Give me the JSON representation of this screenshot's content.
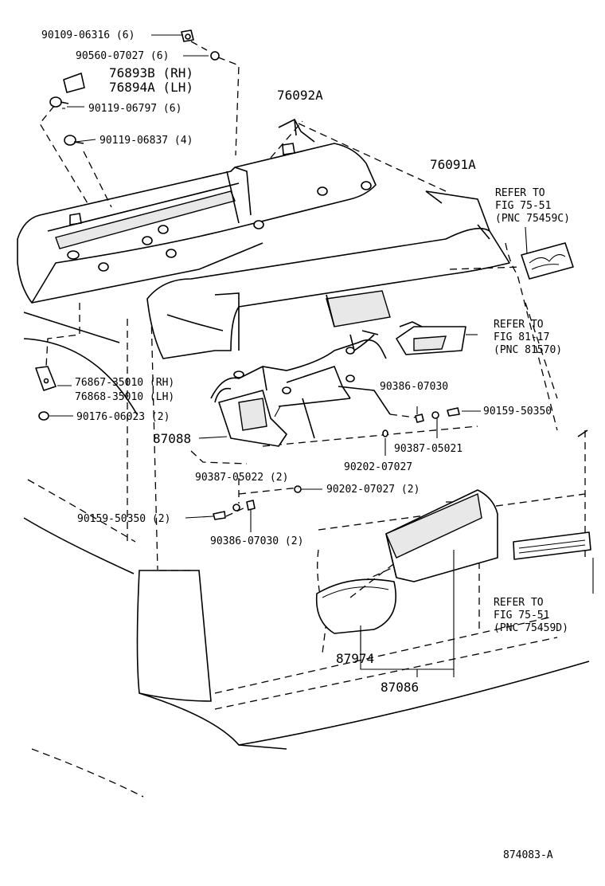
{
  "diagram_id": "874083-A",
  "labels": {
    "p90109_06316": "90109-06316 (6)",
    "p90560_07027": "90560-07027 (6)",
    "p76893B": "76893B (RH)",
    "p76894A": "76894A (LH)",
    "p90119_06797": "90119-06797 (6)",
    "p90119_06837": "90119-06837 (4)",
    "p76092A": "76092A",
    "p76091A": "76091A",
    "refer1_a": "REFER TO",
    "refer1_b": "FIG 75-51",
    "refer1_c": "(PNC 75459C)",
    "refer2_a": "REFER TO",
    "refer2_b": "FIG 81-17",
    "refer2_c": "(PNC 81570)",
    "p76867": "76867-35010 (RH)",
    "p76868": "76868-35010 (LH)",
    "p90176": "90176-06023 (2)",
    "p87088": "87088",
    "p90386_top": "90386-07030",
    "p90159_right": "90159-50350",
    "p90387_05021": "90387-05021",
    "p90202_single": "90202-07027",
    "p90387_05022": "90387-05022 (2)",
    "p90202_pair": "90202-07027 (2)",
    "p90159_pair": "90159-50350 (2)",
    "p90386_pair": "90386-07030 (2)",
    "refer3_a": "REFER TO",
    "refer3_b": "FIG 75-51",
    "refer3_c": "(PNC 75459D)",
    "p87974": "87974",
    "p87086": "87086"
  }
}
